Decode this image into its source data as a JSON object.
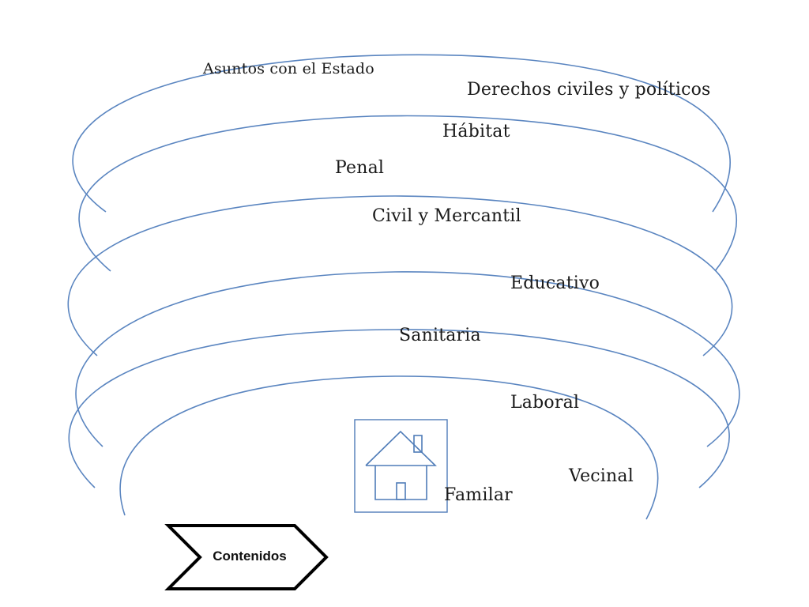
{
  "diagram": {
    "layers": [
      {
        "label": "Asuntos con el Estado",
        "icon": ""
      },
      {
        "label": "Derechos civiles y políticos"
      },
      {
        "label": "Hábitat"
      },
      {
        "label": "Penal"
      },
      {
        "label": "Civil y Mercantil"
      },
      {
        "label": "Educativo"
      },
      {
        "label": "Sanitaria"
      },
      {
        "label": "Laboral"
      },
      {
        "label": "Vecinal"
      },
      {
        "label": "Familar"
      }
    ],
    "center_icon": "house-icon",
    "chevron_label": "Contenidos",
    "colors": {
      "arc": "#5a85c0",
      "house": "#4f7cb8",
      "chevron_border": "#000000",
      "text": "#1a1a1a"
    }
  }
}
